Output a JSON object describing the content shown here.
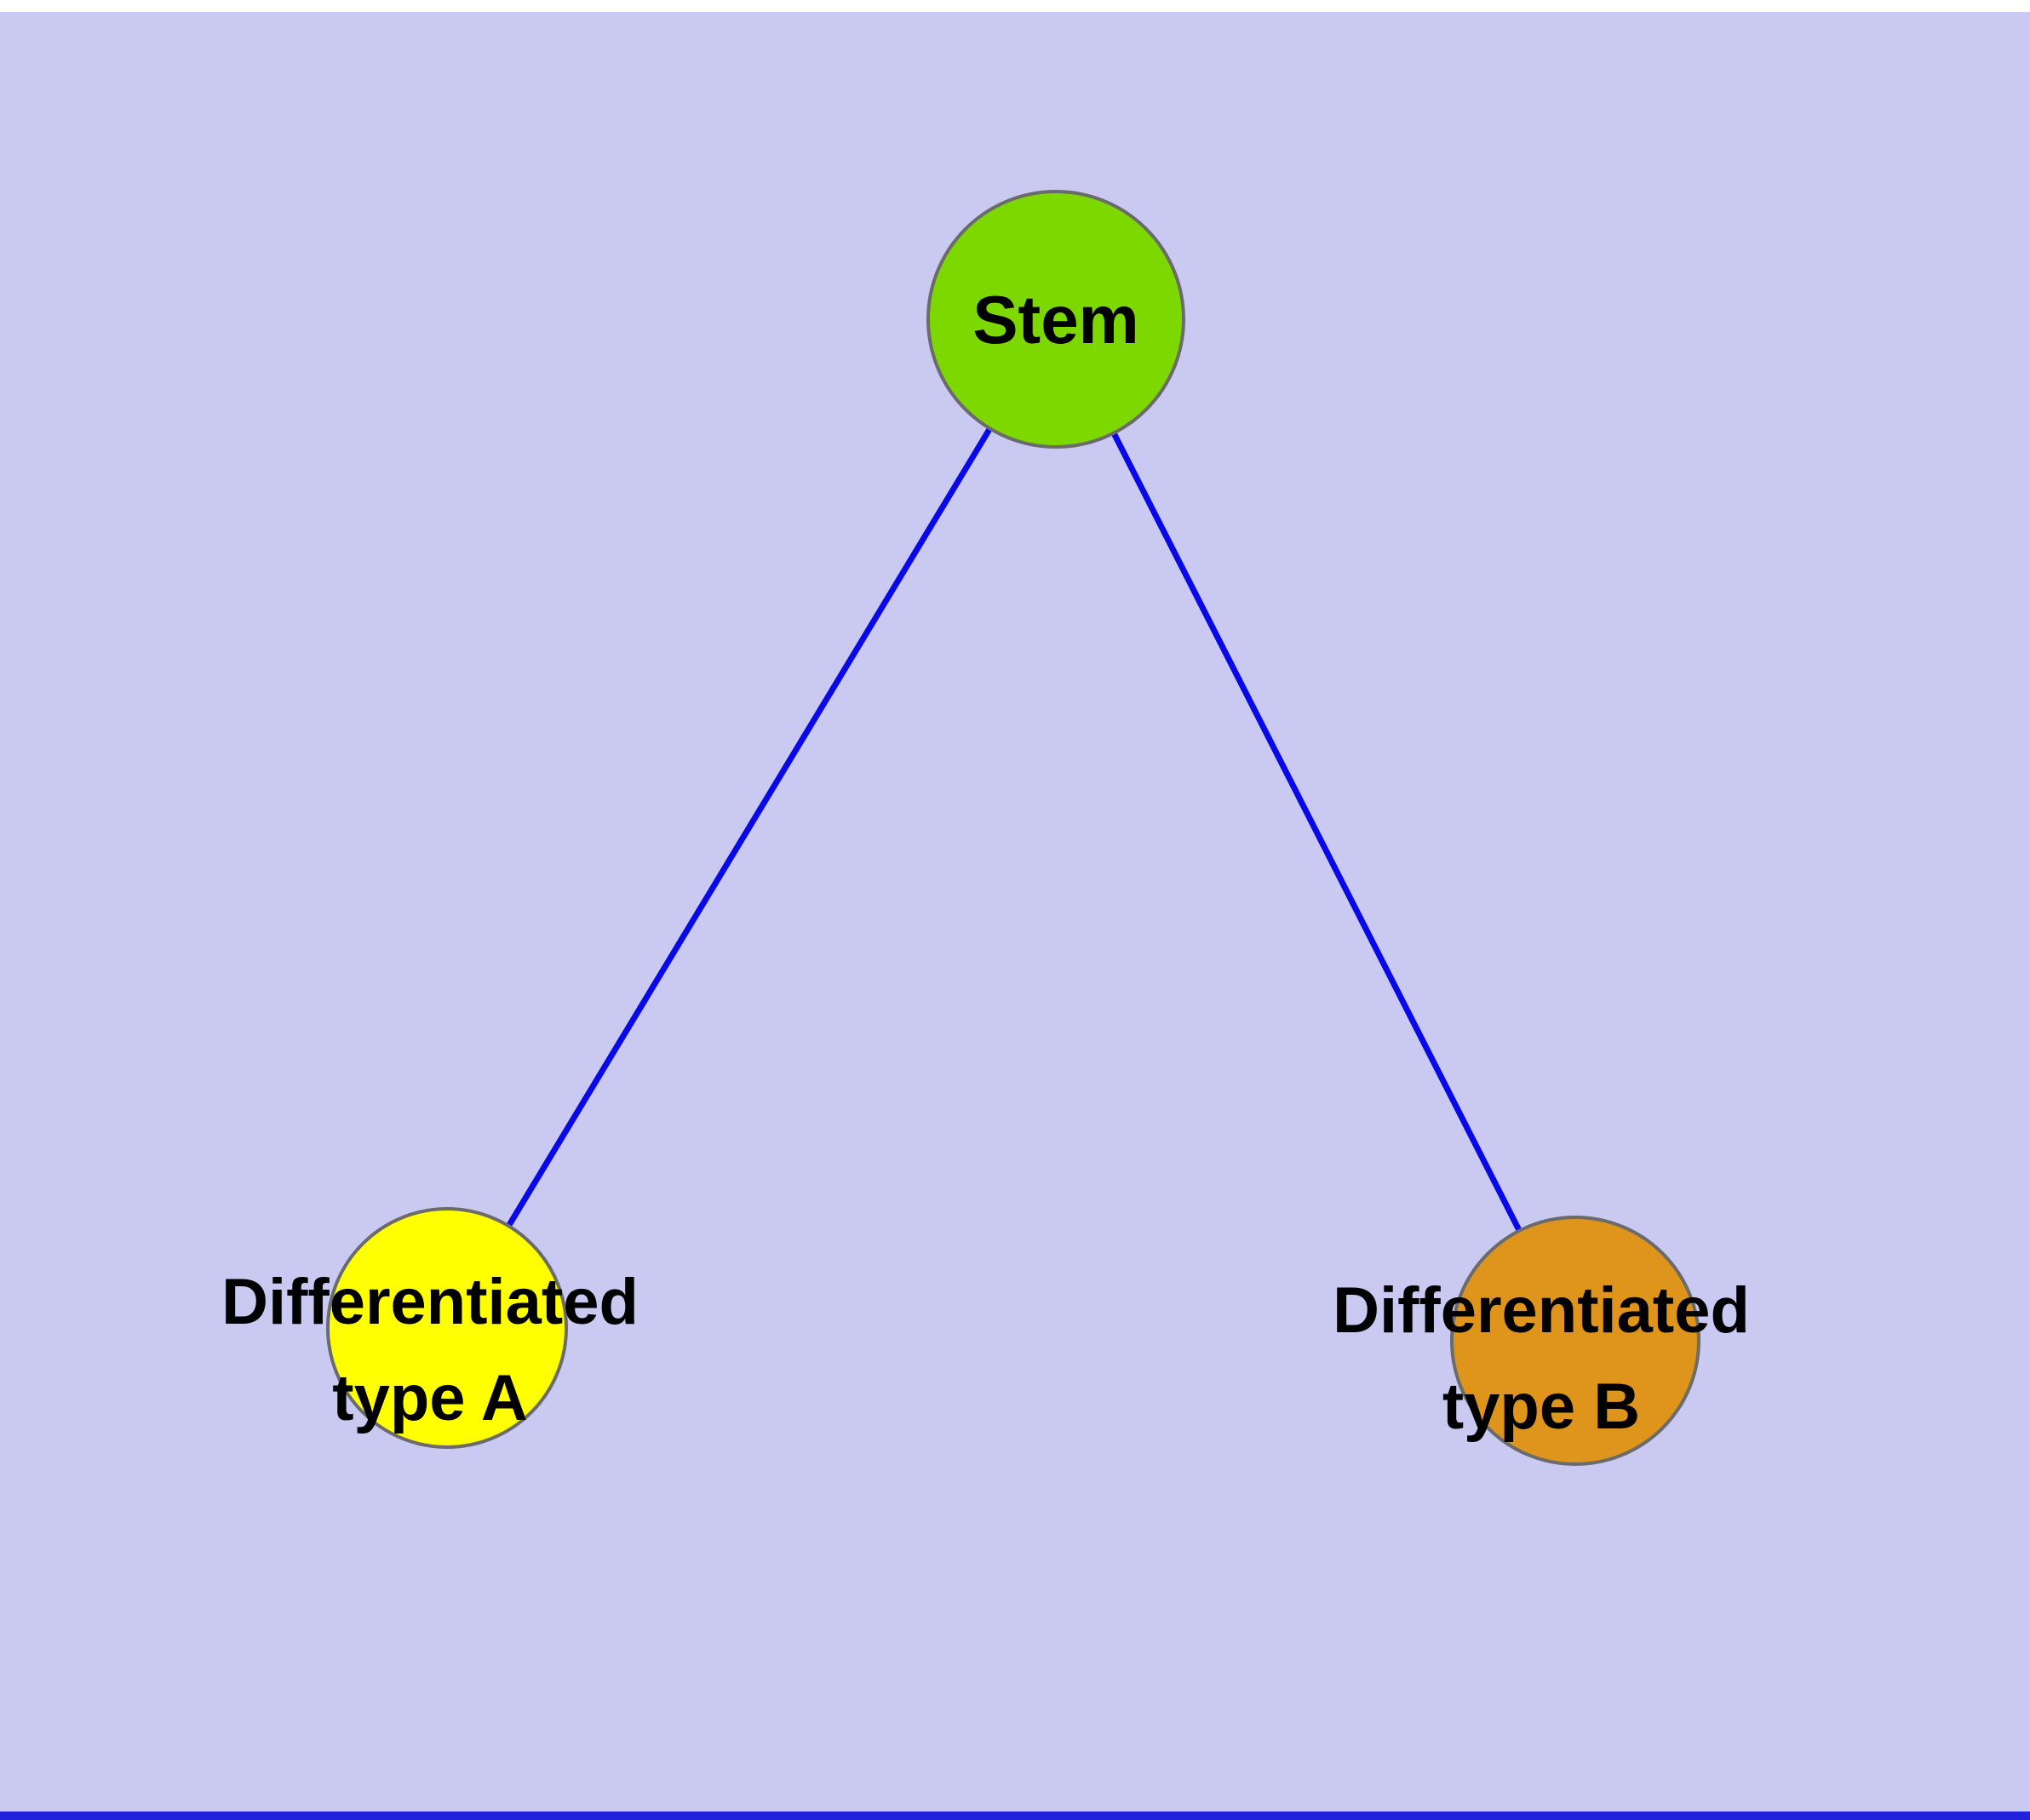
{
  "diagram": {
    "background": "#c9c9f2",
    "frame": {
      "top_strip": "#ffffff",
      "bottom_strip": "#2222dd"
    },
    "edge_color": "#0b0bе0",
    "edges": {
      "stem_to_a": {
        "color": "#0808e8"
      },
      "stem_to_b": {
        "color": "#0808e8"
      }
    },
    "node_stroke": "#6b6b6b",
    "nodes": {
      "stem": {
        "label": "Stem",
        "fill": "#7dd800"
      },
      "type_a": {
        "label_line1": "Differentiated",
        "label_line2": "type A",
        "fill": "#ffff00"
      },
      "type_b": {
        "label_line1": "Differentiated",
        "label_line2": "type B",
        "fill": "#df941c"
      }
    }
  }
}
